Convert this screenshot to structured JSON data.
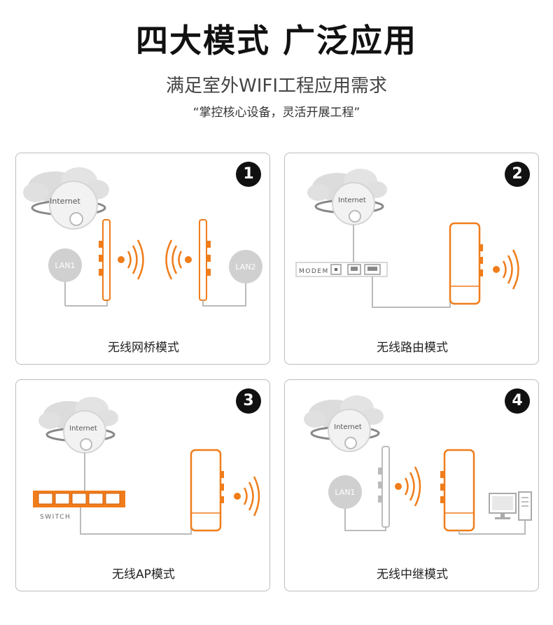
{
  "header": {
    "title": "四大模式 广泛应用",
    "subtitle": "满足室外WIFI工程应用需求",
    "tagline": "“掌控核心设备，灵活开展工程”"
  },
  "panels": [
    {
      "number": "1",
      "caption": "无线网桥模式",
      "cloud_label": "Internet",
      "lan_left": "LAN1",
      "lan_right": "LAN2"
    },
    {
      "number": "2",
      "caption": "无线路由模式",
      "cloud_label": "Internet",
      "device_label": "MODEM"
    },
    {
      "number": "3",
      "caption": "无线AP模式",
      "cloud_label": "Internet",
      "device_label": "SWITCH"
    },
    {
      "number": "4",
      "caption": "无线中继模式",
      "cloud_label": "Internet",
      "lan_left": "LAN1"
    }
  ],
  "colors": {
    "accent": "#f07c1a",
    "line": "#bbbbbb",
    "cloud": "#d6d6d6",
    "badge": "#111111"
  }
}
